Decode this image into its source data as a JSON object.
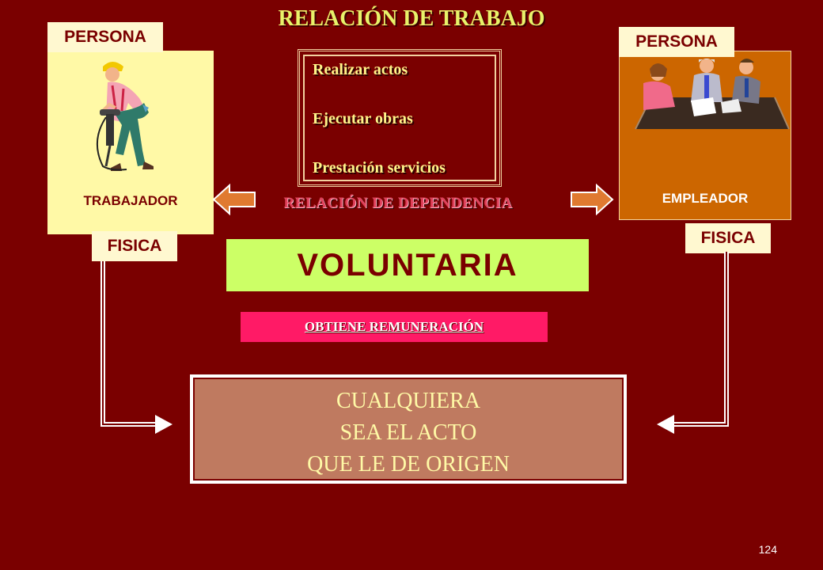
{
  "title": "RELACIÓN DE TRABAJO",
  "left": {
    "persona": "PERSONA",
    "caption": "TRABAJADOR",
    "fisica": "FISICA",
    "image": "worker-jackhammer"
  },
  "right": {
    "persona": "PERSONA",
    "caption": "EMPLEADOR",
    "fisica": "FISICA",
    "image": "business-meeting"
  },
  "acts": [
    "Realizar actos",
    "Ejecutar obras",
    "Prestación servicios"
  ],
  "dependency": "RELACIÓN DE DEPENDENCIA",
  "voluntaria": "VOLUNTARIA",
  "remuneration": "OBTIENE REMUNERACIÓN",
  "origin": [
    "CUALQUIERA",
    "SEA EL ACTO",
    "QUE LE DE ORIGEN"
  ],
  "page_number": "124",
  "colors": {
    "background": "#7a0000",
    "title": "#e8f26a",
    "worker_panel": "#fff9a6",
    "employer_panel": "#cc6600",
    "voluntaria": "#ccff66",
    "remuneration": "#ff1a66",
    "origin_box": "#bf7a60",
    "arrow": "#e07a30"
  }
}
